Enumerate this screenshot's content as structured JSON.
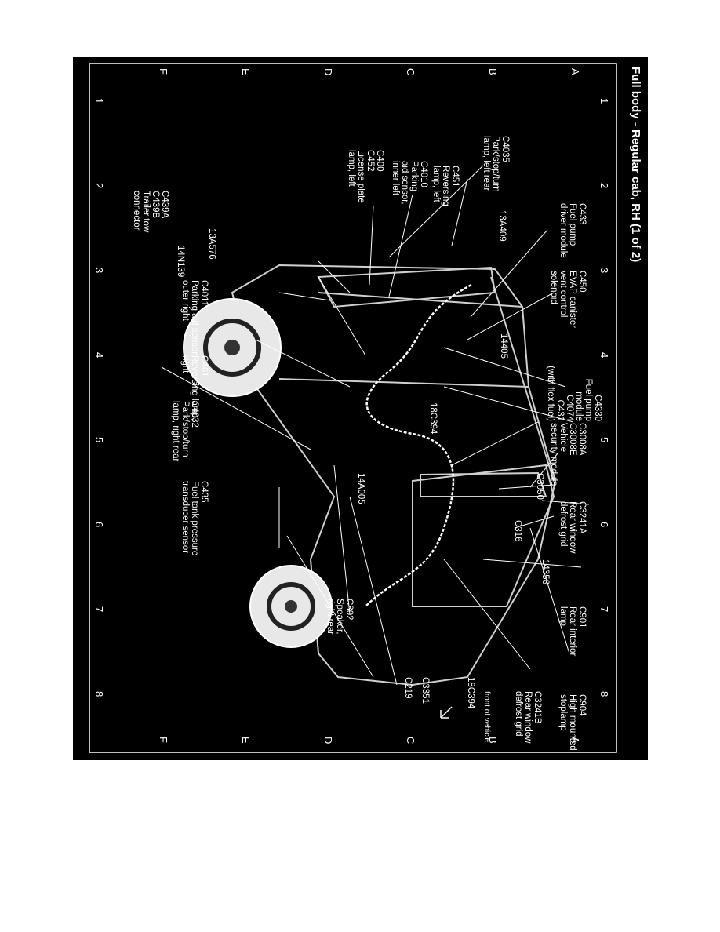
{
  "title": "Full body - Regular cab, RH (1 of 2)",
  "grid": {
    "columns": [
      "1",
      "2",
      "3",
      "4",
      "5",
      "6",
      "7",
      "8"
    ],
    "rows": [
      "A",
      "B",
      "C",
      "D",
      "E",
      "F"
    ]
  },
  "labels": {
    "c433": "C433\nFuel pump\ndriver module",
    "c450": "C450\nEVAP canister\nvent control\nsolenoid",
    "c4330": "C4330\nFuel pump\nmodule\nC4074\nC431\n(with flex fuel)",
    "c3008": "C3008A\nC3008E\nVehicle\nsecurity module",
    "c3050": "C3050",
    "c3241a": "C3241A\nRear window\ndefrost grid",
    "c316": "C316",
    "w14358": "14358",
    "c901": "C901\nRear interior\nlamp",
    "c904": "C904\nHigh mounted\nstoplamp",
    "c3241b": "C3241B\nRear window\ndefrost grid",
    "front": "front of vehicle",
    "c4035": "C4035\nPark/stop/turn\nlamp, left rear",
    "w13a409": "13A409",
    "c451": "C451\nReversing\nlamp, left",
    "c4010": "C4010\nParking\naid sensor,\ninner left",
    "c400": "C400",
    "c452": "C452\nLicense plate\nlamp, left",
    "w14405": "14405",
    "w18c394a": "18C394",
    "w18c394b": "18C394",
    "w14a005": "14A005",
    "c802": "C802\nSpeaker,\nright rear",
    "c3351": "C3351",
    "c219": "C219",
    "c439": "C439A\nC439B\nTrailer tow\nconnector",
    "w13a576": "13A576",
    "w14n139": "14N139",
    "c4011": "C4011\nParking aid sensor,\nouter right",
    "c461": "C461\nReversing lamp,\nright",
    "c4032": "C4032\nPark/stop/turn\nlamp, right rear",
    "c435": "C435\nFuel tank pressure\ntransducer sensor"
  }
}
